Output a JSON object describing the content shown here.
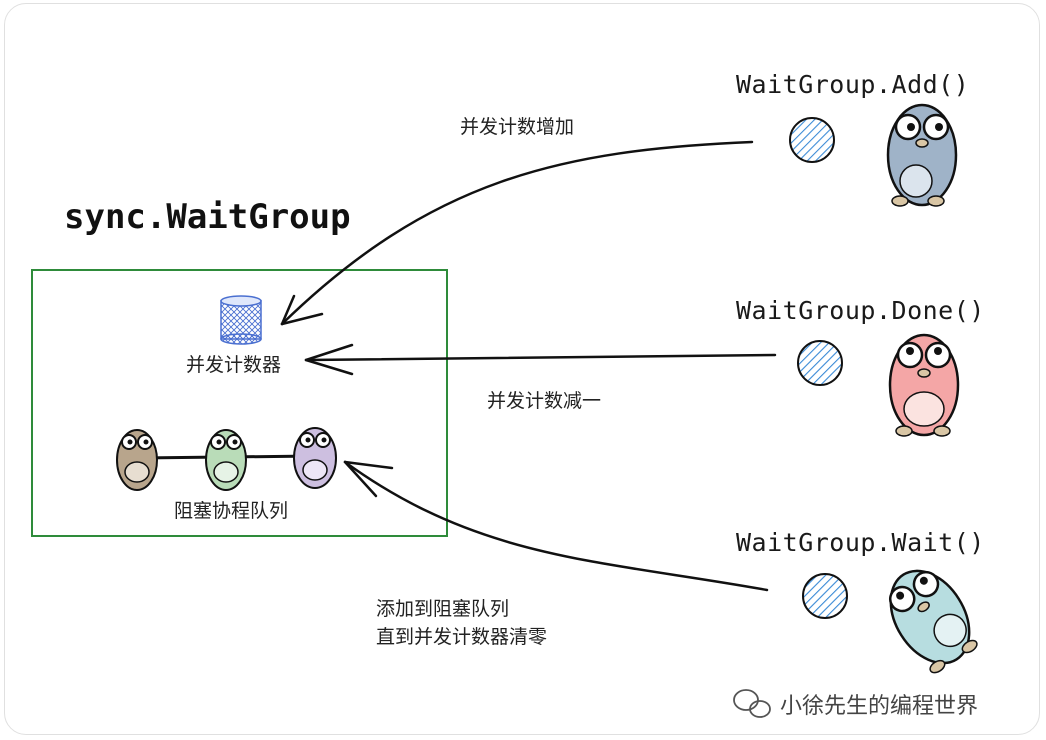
{
  "title": "sync.WaitGroup",
  "box": {
    "counter_label": "并发计数器",
    "queue_label": "阻塞协程队列"
  },
  "apis": [
    {
      "name": "WaitGroup.Add()",
      "arrow_label": "并发计数增加"
    },
    {
      "name": "WaitGroup.Done()",
      "arrow_label": "并发计数减一"
    },
    {
      "name": "WaitGroup.Wait()",
      "arrow_label_line1": "添加到阻塞队列",
      "arrow_label_line2": "直到并发计数器清零"
    }
  ],
  "watermark": "小徐先生的编程世界",
  "colors": {
    "box_border": "#2e8b3a",
    "database_blue": "#4a6fd0",
    "token_blue": "#3a8ad6",
    "gopher_add": "#9fb3c8",
    "gopher_done": "#f4a6a6",
    "gopher_wait": "#b7dde0",
    "gopher_q1": "#b8a58c",
    "gopher_q2": "#b9dcb8",
    "gopher_q3": "#cdbfe0"
  },
  "icons": [
    "database-icon",
    "token-icon",
    "gopher-icon",
    "wechat-icon"
  ]
}
